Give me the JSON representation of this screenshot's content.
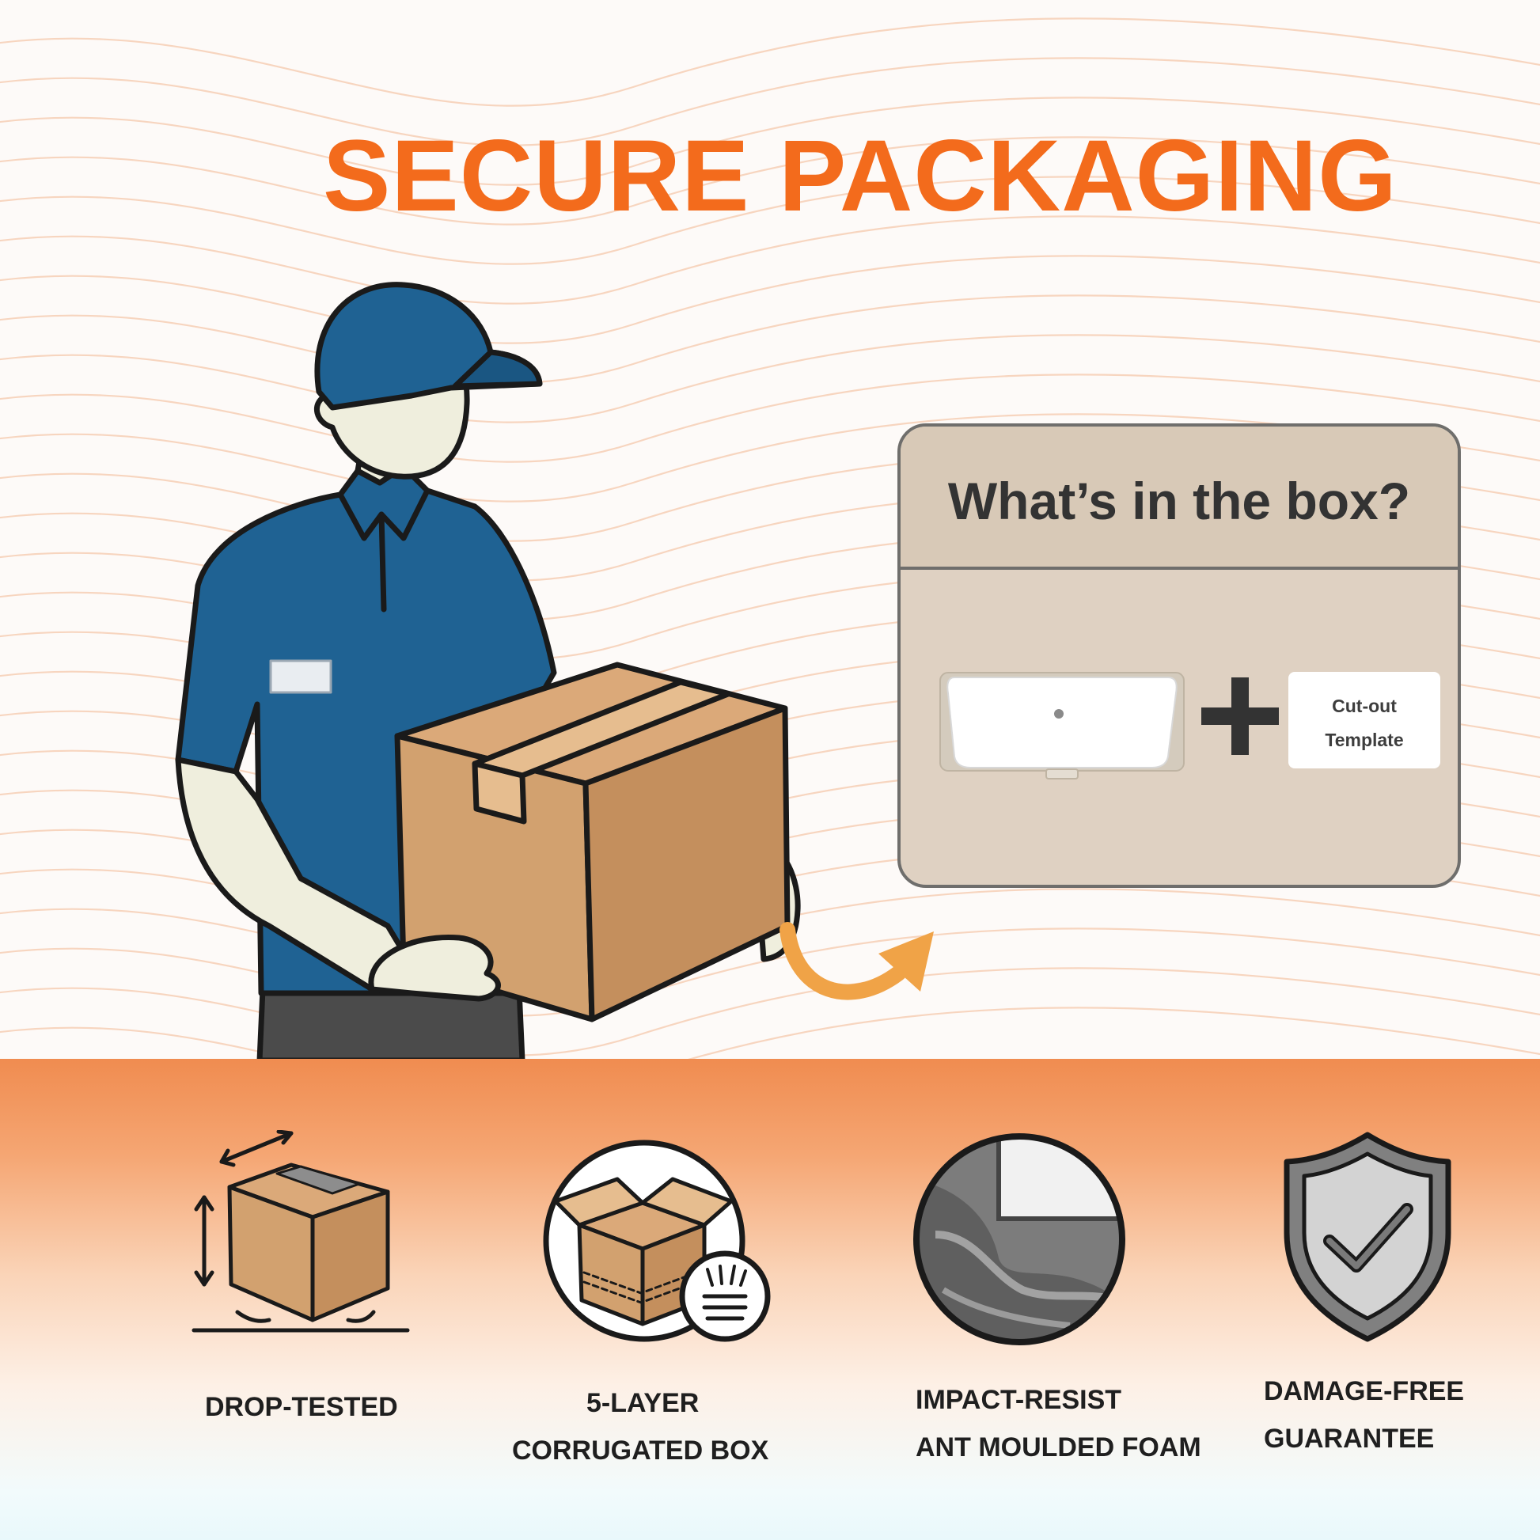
{
  "headline": "SECURE PACKAGING",
  "box_panel": {
    "title": "What’s in the box?",
    "template_lines": [
      "Cut-out",
      "Template"
    ]
  },
  "features": [
    {
      "icon": "drop-test-box-icon",
      "lines": [
        "DROP-TESTED"
      ]
    },
    {
      "icon": "corrugated-box-icon",
      "lines": [
        "5-LAYER",
        "CORRUGATED BOX"
      ]
    },
    {
      "icon": "moulded-foam-icon",
      "lines": [
        "IMPACT-RESIST",
        "ANT MOULDED FOAM"
      ]
    },
    {
      "icon": "shield-check-icon",
      "lines": [
        "DAMAGE-FREE",
        "GUARANTEE"
      ]
    }
  ],
  "colors": {
    "accent_orange": "#f36b1c",
    "shirt_blue": "#1f6293",
    "cardboard": "#d2a16f",
    "panel_beige": "#dfd1c2",
    "arrow_orange": "#f0a347"
  }
}
